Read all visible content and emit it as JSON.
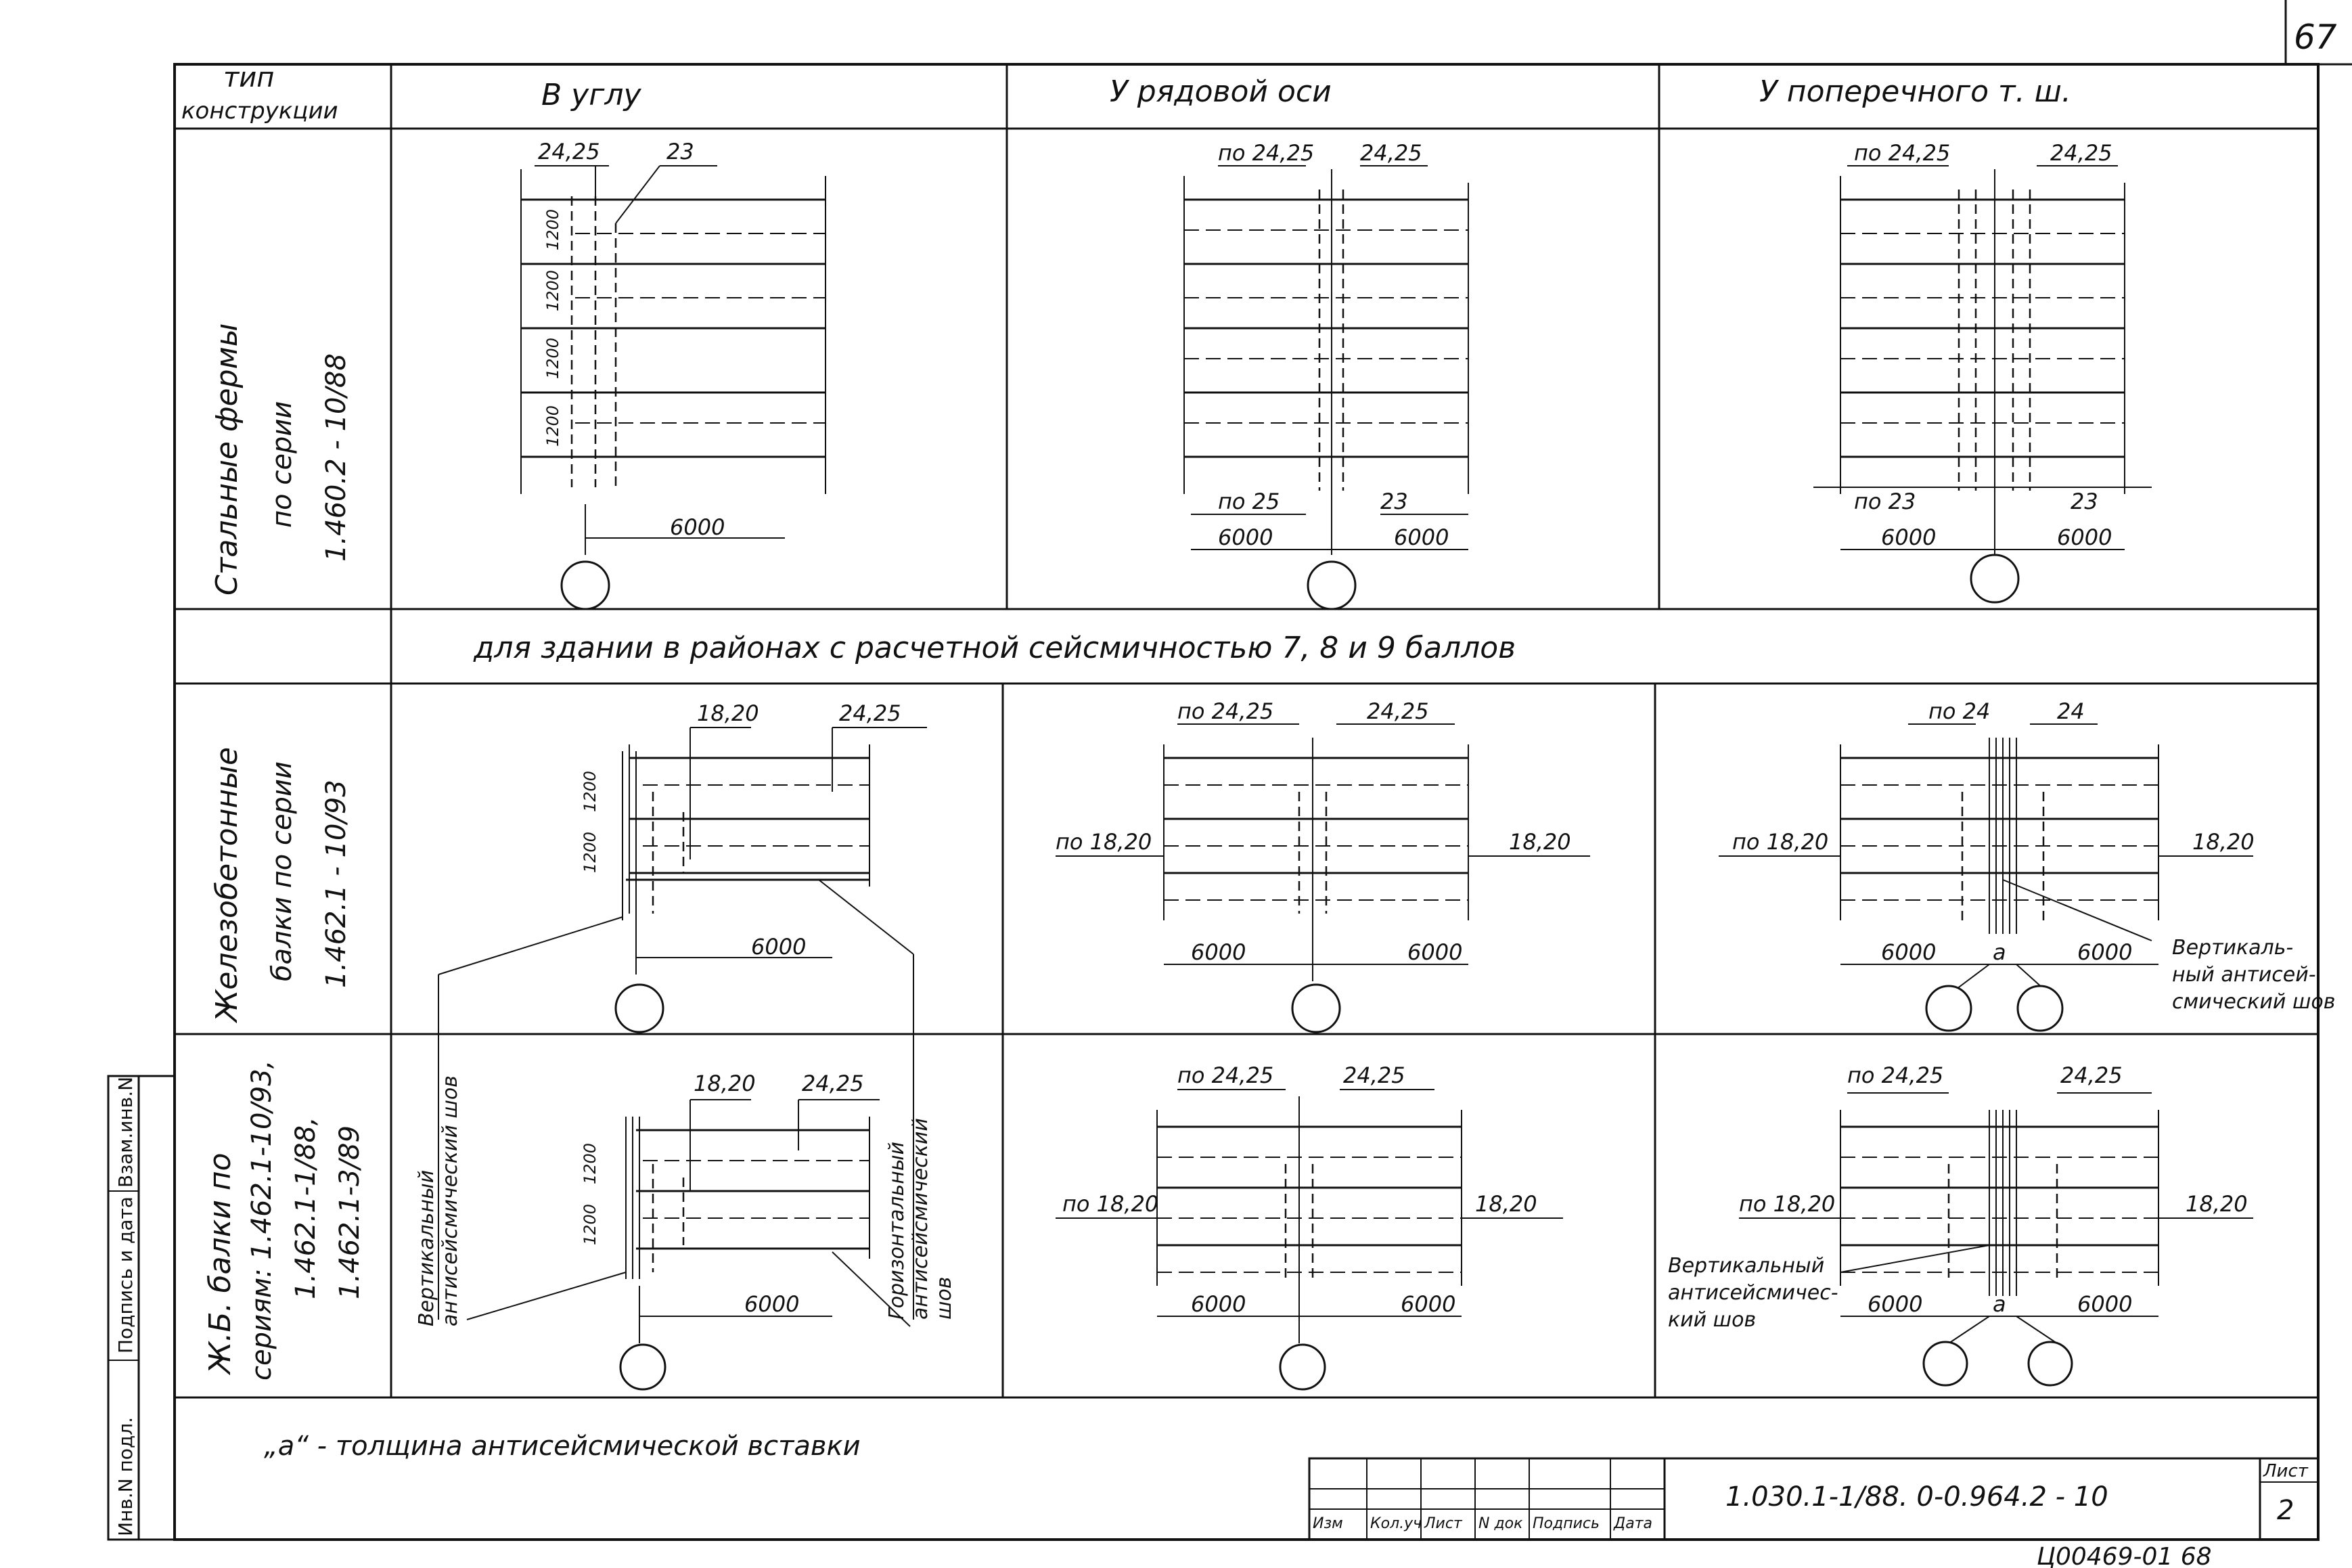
{
  "sheet_number": "67",
  "header": {
    "type_label_1": "тип",
    "type_label_2": "конструкции",
    "col1": "В   углу",
    "col2": "У рядовой   оси",
    "col3": "У поперечного   т. ш."
  },
  "rows": {
    "row1_label_1": "Стальные  фермы",
    "row1_label_2": "по серии",
    "row1_label_3": "1.460.2 - 10/88",
    "banner": "для  здании  в районах  с расчетной  сейсмичностью 7, 8 и 9 баллов",
    "row2_label_1": "Железобетонные",
    "row2_label_2": "балки по серии",
    "row2_label_3": "1.462.1 - 10/93",
    "row3_label_1": "Ж.Б. балки по",
    "row3_label_2": "сериям: 1.462.1-10/93,",
    "row3_label_3": "1.462.1-1/88,",
    "row3_label_4": "1.462.1-3/89"
  },
  "dims": {
    "r1c1_a": "24,25",
    "r1c1_b": "23",
    "r1c1_span": "6000",
    "r1c1_side1": "1200",
    "r1c1_side2": "1200",
    "r1c1_side3": "1200",
    "r1c1_side4": "1200",
    "r1c2_a": "по 24,25",
    "r1c2_b": "24,25",
    "r1c2_c": "по 25",
    "r1c2_d": "23",
    "r1c2_e": "6000",
    "r1c2_f": "6000",
    "r1c3_a": "по 24,25",
    "r1c3_b": "24,25",
    "r1c3_c": "по 23",
    "r1c3_d": "23",
    "r1c3_e": "6000",
    "r1c3_f": "6000",
    "r2c1_a": "18,20",
    "r2c1_b": "24,25",
    "r2c1_span": "6000",
    "r2c1_side1": "1200",
    "r2c1_side2": "1200",
    "r2c2_a": "по 24,25",
    "r2c2_b": "24,25",
    "r2c2_c": "по 18,20",
    "r2c2_d": "18,20",
    "r2c2_e": "6000",
    "r2c2_f": "6000",
    "r2c3_a": "по 24",
    "r2c3_b": "24",
    "r2c3_c": "по 18,20",
    "r2c3_d": "18,20",
    "r2c3_e": "6000",
    "r2c3_a_gap": "a",
    "r2c3_f": "6000",
    "r2c3_note1": "Вертикаль-",
    "r2c3_note2": "ный антисей-",
    "r2c3_note3": "смический шов",
    "r3c1_a": "18,20",
    "r3c1_b": "24,25",
    "r3c1_span": "6000",
    "r3c1_side1": "1200",
    "r3c1_side2": "1200",
    "r3c1_vert1": "Вертикальный",
    "r3c1_vert2": "антисейсмический шов",
    "r3c1_horiz1": "Горизонтальный",
    "r3c1_horiz2": "антисейсмический",
    "r3c1_horiz3": "шов",
    "r3c2_a": "по 24,25",
    "r3c2_b": "24,25",
    "r3c2_c": "по 18,20",
    "r3c2_d": "18,20",
    "r3c2_e": "6000",
    "r3c2_f": "6000",
    "r3c3_a": "по 24,25",
    "r3c3_b": "24,25",
    "r3c3_c": "по 18,20",
    "r3c3_d": "18,20",
    "r3c3_e": "6000",
    "r3c3_a_gap": "a",
    "r3c3_f": "6000",
    "r3c3_note1": "Вертикальный",
    "r3c3_note2": "антисейсмичес-",
    "r3c3_note3": "кий шов"
  },
  "footnote": "„a“ - толщина  антисейсмической  вставки",
  "stamp": {
    "col_izm": "Изм",
    "col_kolich": "Кол.уч",
    "col_list": "Лист",
    "col_ndok": "N док",
    "col_podpis": "Подпись",
    "col_data": "Дата",
    "code": "1.030.1-1/88. 0-0.964.2 - 10",
    "sheet_label": "Лист",
    "sheet_value": "2"
  },
  "side_stamp": {
    "inv_podl": "Инв.N подл.",
    "podpis_data": "Подпись и дата",
    "vzam_inv": "Взам.инв.N"
  },
  "archive_number": "Ц00469-01  68"
}
